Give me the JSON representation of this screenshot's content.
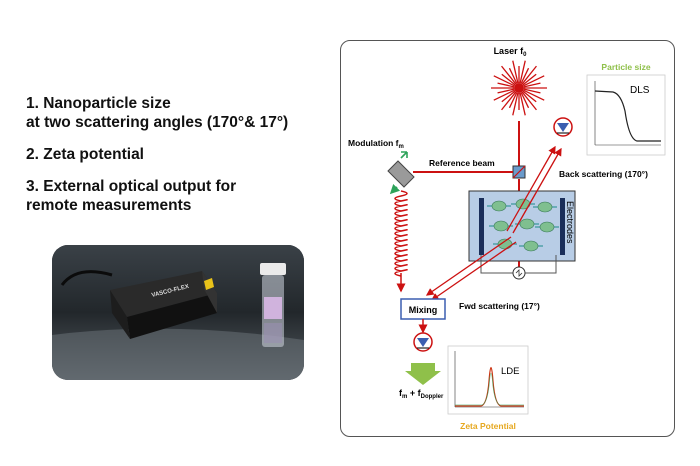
{
  "features": [
    {
      "line1": "1.    Nanoparticle size",
      "line2": "at two scattering angles (170°& 17°)"
    },
    {
      "line1": "2. Zeta potential",
      "line2": ""
    },
    {
      "line1": "3. External optical output for",
      "line2": "remote measurements"
    }
  ],
  "photo": {
    "device_label": "VASCO-FLEX"
  },
  "diagram": {
    "laser_label": "Laser f",
    "laser_sub": "0",
    "modulation_label": "Modulation f",
    "modulation_sub": "m",
    "reference_beam": "Reference beam",
    "back_scattering": "Back scattering (170°)",
    "fwd_scattering": "Fwd scattering (17°)",
    "electrodes": "Electrodes",
    "mixing": "Mixing",
    "output_f": "f",
    "output_sub1": "m",
    "output_plus": "+ f",
    "output_sub2": "Doppler",
    "dls_title": "Particle size",
    "dls_label": "DLS",
    "lde_label": "LDE",
    "zeta_title": "Zeta Potential"
  },
  "colors": {
    "laser": "#cc1111",
    "dls_title": "#8fc04a",
    "zeta_title": "#e6a820",
    "cell": "#b8cde6"
  }
}
